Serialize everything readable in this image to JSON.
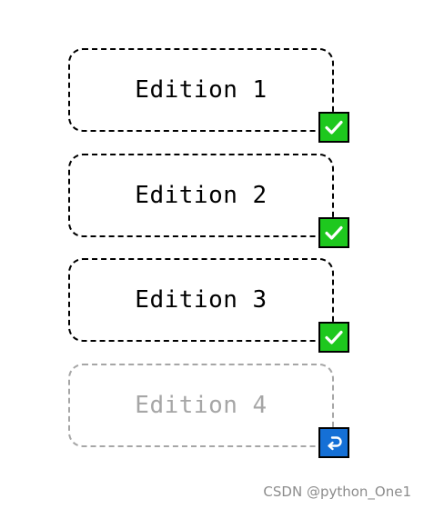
{
  "editions": [
    {
      "label": "Edition 1",
      "status": "done",
      "status_icon": "check-icon"
    },
    {
      "label": "Edition 2",
      "status": "done",
      "status_icon": "check-icon"
    },
    {
      "label": "Edition 3",
      "status": "done",
      "status_icon": "check-icon"
    },
    {
      "label": "Edition 4",
      "status": "pending",
      "status_icon": "undo-icon"
    }
  ],
  "colors": {
    "done_badge": "#1ec81e",
    "pending_badge": "#1570d6",
    "active_border": "#000000",
    "inactive": "#a6a6a6"
  },
  "watermark": "CSDN @python_One1"
}
